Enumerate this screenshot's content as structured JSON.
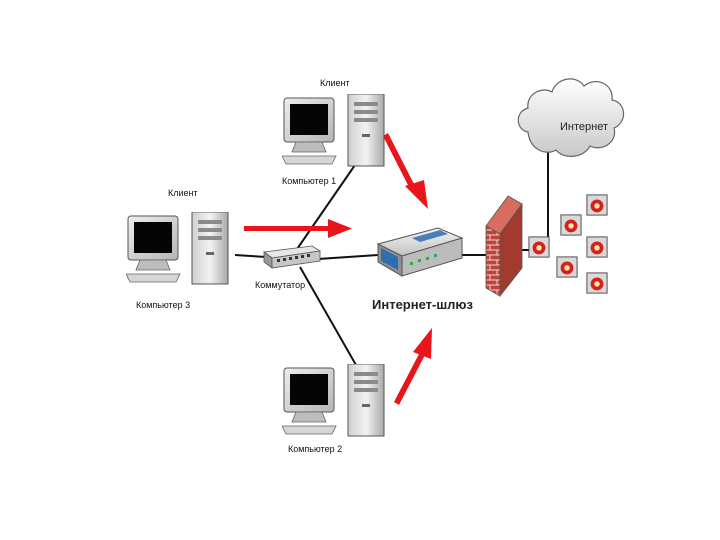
{
  "labels": {
    "client_top": "Клиент",
    "client_left": "Клиент",
    "computer1": "Компьютер 1",
    "computer2": "Компьютер 2",
    "computer3": "Компьютер 3",
    "switch": "Коммутатор",
    "gateway": "Интернет-шлюз",
    "internet": "Интернет"
  },
  "colors": {
    "arrow": "#e8151b",
    "brick": "#c0433a",
    "cable": "#111111"
  }
}
